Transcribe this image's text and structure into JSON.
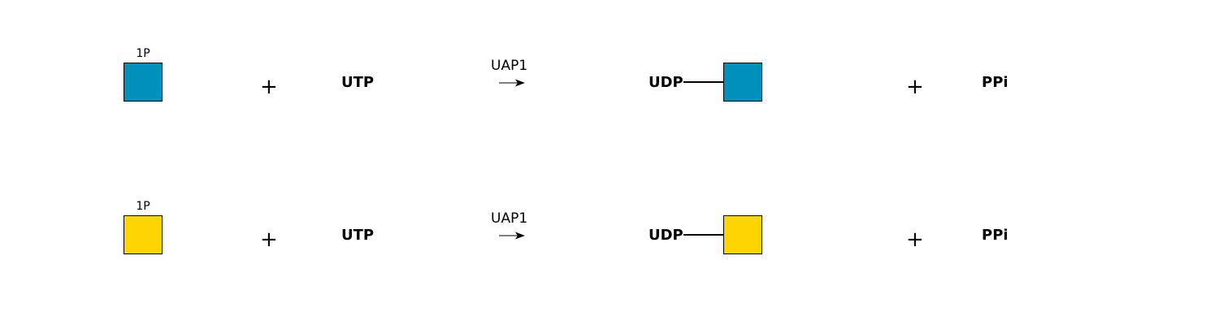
{
  "colors": {
    "blue_square": "#0090BC",
    "yellow_square": "#FFD400",
    "stroke": "#000000"
  },
  "reactions": [
    {
      "substrate": {
        "label": "1P",
        "shape": "blue-square",
        "color": "#0090BC"
      },
      "plus_1": "+",
      "cosubstrate": "UTP",
      "enzyme": "UAP1",
      "arrow": "right-arrow",
      "product": {
        "nucleotide": "UDP",
        "shape": "blue-square",
        "color": "#0090BC"
      },
      "plus_2": "+",
      "byproduct": "PPi"
    },
    {
      "substrate": {
        "label": "1P",
        "shape": "yellow-square",
        "color": "#FFD400"
      },
      "plus_1": "+",
      "cosubstrate": "UTP",
      "enzyme": "UAP1",
      "arrow": "right-arrow",
      "product": {
        "nucleotide": "UDP",
        "shape": "yellow-square",
        "color": "#FFD400"
      },
      "plus_2": "+",
      "byproduct": "PPi"
    }
  ]
}
